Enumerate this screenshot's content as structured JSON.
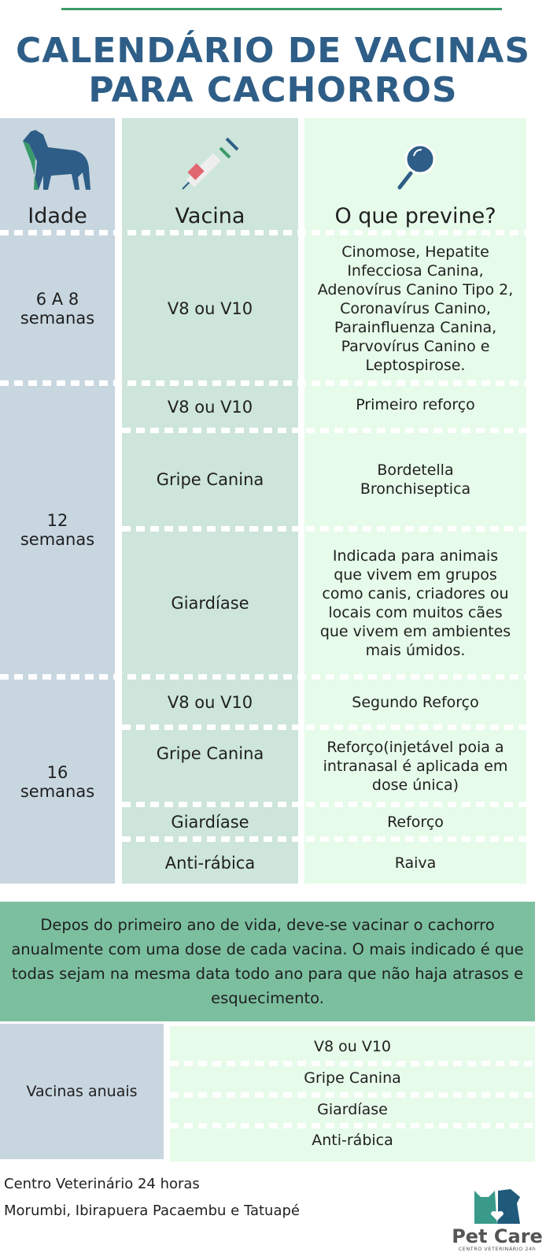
{
  "title": {
    "line1": "CALENDÁRIO DE VACINAS",
    "line2": "PARA CACHORROS"
  },
  "headers": {
    "age": "Idade",
    "vaccine": "Vacina",
    "prevents": "O que previne?"
  },
  "icons": {
    "age": "dog-icon",
    "vaccine": "syringe-icon",
    "prevents": "magnifier-icon"
  },
  "rows": [
    {
      "age": "6 A 8 semanas",
      "items": [
        {
          "vaccine": "V8 ou V10",
          "prevents": "Cinomose, Hepatite Infecciosa Canina, Adenovírus Canino Tipo 2, Coronavírus Canino, Parainfluenza Canina, Parvovírus Canino e Leptospirose."
        }
      ]
    },
    {
      "age": "12 semanas",
      "items": [
        {
          "vaccine": "V8 ou V10",
          "prevents": "Primeiro reforço"
        },
        {
          "vaccine": "Gripe Canina",
          "prevents": "Bordetella Bronchiseptica"
        },
        {
          "vaccine": "Giardíase",
          "prevents": "Indicada para animais que vivem em grupos como canis, criadores ou locais com muitos cães que vivem em ambientes mais úmidos."
        }
      ]
    },
    {
      "age": "16 semanas",
      "items": [
        {
          "vaccine": "V8 ou V10",
          "prevents": "Segundo Reforço"
        },
        {
          "vaccine": "Gripe Canina",
          "prevents": "Reforço(injetável poia a intranasal é aplicada em dose única)"
        },
        {
          "vaccine": "Giardíase",
          "prevents": "Reforço"
        },
        {
          "vaccine": "Anti-rábica",
          "prevents": "Raiva"
        }
      ]
    }
  ],
  "note": "Depos do primeiro ano de vida, deve-se vacinar o cachorro anualmente com uma dose de cada vacina. O mais indicado é que todas sejam na mesma data todo ano para que não haja atrasos e esquecimento.",
  "annual": {
    "label": "Vacinas anuais",
    "items": [
      "V8 ou V10",
      "Gripe Canina",
      "Giardíase",
      "Anti-rábica"
    ]
  },
  "footer": {
    "line1": "Centro Veterinário 24 horas",
    "line2": "Morumbi, Ibirapuera Pacaembu e Tatuapé"
  },
  "logo": {
    "name": "Pet Care",
    "tagline": "CENTRO VETERINÁRIO 24h"
  },
  "colors": {
    "title": "#2e5e87",
    "age_col": "#c8d6e0",
    "vaccine_col": "#cde5da",
    "prevents_col": "#e6fbe9",
    "note_bg": "#7bbf9f"
  }
}
